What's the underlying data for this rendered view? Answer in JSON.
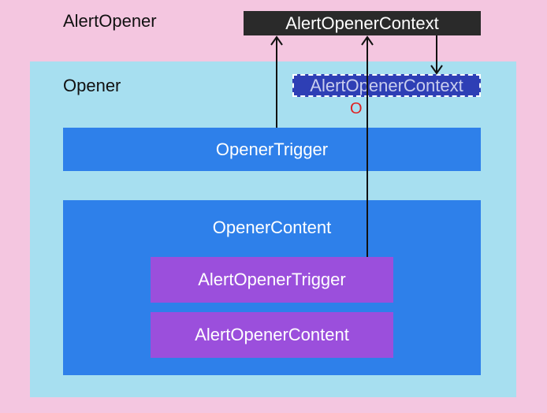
{
  "diagram": {
    "outer_title": "AlertOpener",
    "context_top": "AlertOpenerContext",
    "opener_title": "Opener",
    "context_inner": "AlertOpenerContext",
    "marker": "O",
    "opener_trigger": "OpenerTrigger",
    "opener_content": "OpenerContent",
    "alert_trigger": "AlertOpenerTrigger",
    "alert_content": "AlertOpenerContent"
  },
  "colors": {
    "page_bg": "#f4c6e0",
    "opener_bg": "#a7dff0",
    "blue": "#2e80ea",
    "purple": "#9b4fdc",
    "dark": "#2a2a2a",
    "indigo": "#2e3fb5",
    "marker_red": "#e02020"
  }
}
